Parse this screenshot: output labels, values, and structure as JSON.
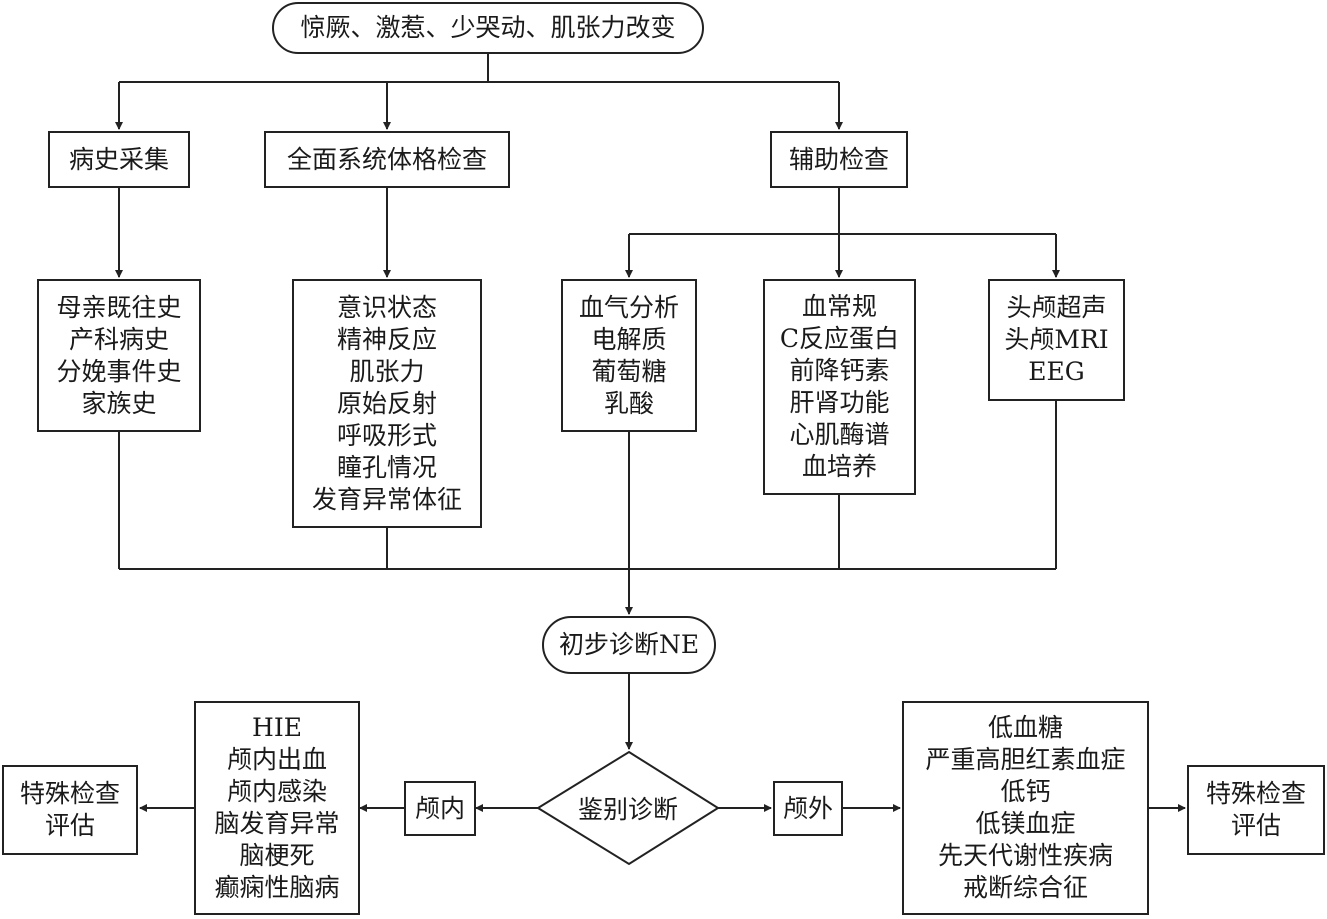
{
  "start": {
    "label": "惊厥、激惹、少哭动、肌张力改变"
  },
  "branches": {
    "history": {
      "label": "病史采集"
    },
    "physical": {
      "label": "全面系统体格检查"
    },
    "auxiliary": {
      "label": "辅助检查"
    }
  },
  "details": {
    "history_items": [
      "母亲既往史",
      "产科病史",
      "分娩事件史",
      "家族史"
    ],
    "physical_items": [
      "意识状态",
      "精神反应",
      "肌张力",
      "原始反射",
      "呼吸形式",
      "瞳孔情况",
      "发育异常体征"
    ],
    "blood_gas_items": [
      "血气分析",
      "电解质",
      "葡萄糖",
      "乳酸"
    ],
    "blood_items": [
      "血常规",
      "C反应蛋白",
      "前降钙素",
      "肝肾功能",
      "心肌酶谱",
      "血培养"
    ],
    "imaging_items": [
      "头颅超声",
      "头颅MRI",
      "EEG"
    ]
  },
  "diagnosis": {
    "label": "初步诊断NE"
  },
  "differential": {
    "label": "鉴别诊断"
  },
  "intracranial": {
    "label": "颅内",
    "items": [
      "HIE",
      "颅内出血",
      "颅内感染",
      "脑发育异常",
      "脑梗死",
      "癫痫性脑病"
    ],
    "followup": [
      "特殊检查",
      "评估"
    ]
  },
  "extracranial": {
    "label": "颅外",
    "items": [
      "低血糖",
      "严重高胆红素血症",
      "低钙",
      "低镁血症",
      "先天代谢性疾病",
      "戒断综合征"
    ],
    "followup": [
      "特殊检查",
      "评估"
    ]
  }
}
